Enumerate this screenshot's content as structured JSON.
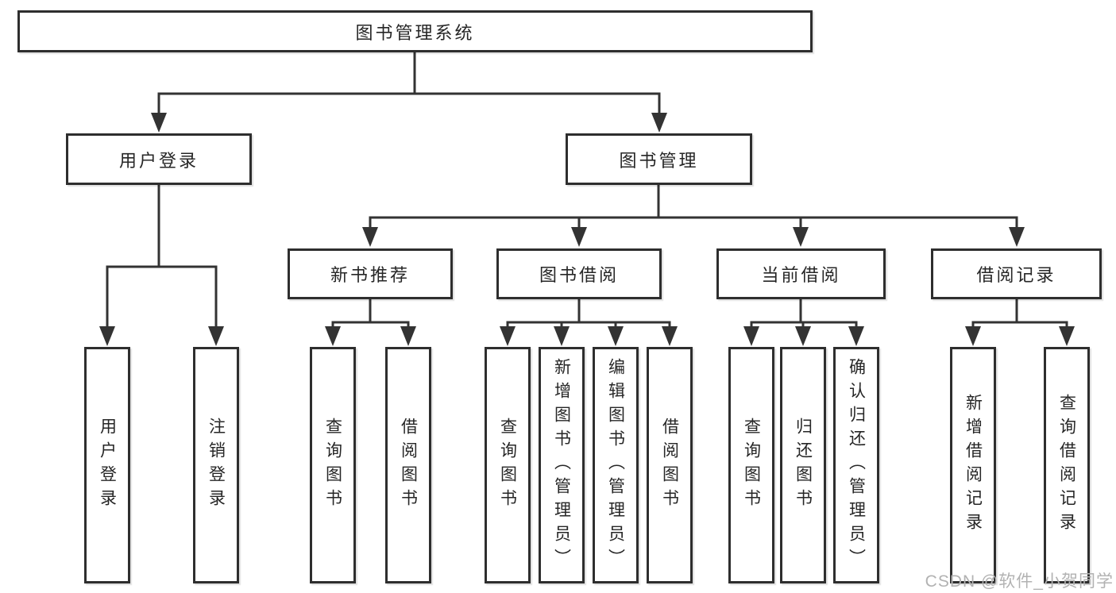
{
  "diagram": {
    "root": {
      "label": "图书管理系统"
    },
    "user_login": {
      "label": "用户登录",
      "children": {
        "login": {
          "label": "用户登录"
        },
        "logout": {
          "label": "注销登录"
        }
      }
    },
    "book_management": {
      "label": "图书管理",
      "children": {
        "new_book_recommend": {
          "label": "新书推荐",
          "children": {
            "query_book": {
              "label": "查询图书"
            },
            "borrow_book": {
              "label": "借阅图书"
            }
          }
        },
        "book_borrow": {
          "label": "图书借阅",
          "children": {
            "query_book": {
              "label": "查询图书"
            },
            "add_book_admin": {
              "label": "新增图书（管理员）"
            },
            "edit_book_admin": {
              "label": "编辑图书（管理员）"
            },
            "borrow_book": {
              "label": "借阅图书"
            }
          }
        },
        "current_borrow": {
          "label": "当前借阅",
          "children": {
            "query_book": {
              "label": "查询图书"
            },
            "return_book": {
              "label": "归还图书"
            },
            "confirm_return_admin": {
              "label": "确认归还（管理员）"
            }
          }
        },
        "borrow_record": {
          "label": "借阅记录",
          "children": {
            "add_record": {
              "label": "新增借阅记录"
            },
            "query_record": {
              "label": "查询借阅记录"
            }
          }
        }
      }
    },
    "watermark": "CSDN @软件_小贺同学",
    "colors": {
      "line": "#333333",
      "box_border": "#2e2e2e",
      "box_fill": "#ffffff",
      "text": "#262626",
      "watermark": "#b2b2b2",
      "background": "#ffffff"
    }
  }
}
